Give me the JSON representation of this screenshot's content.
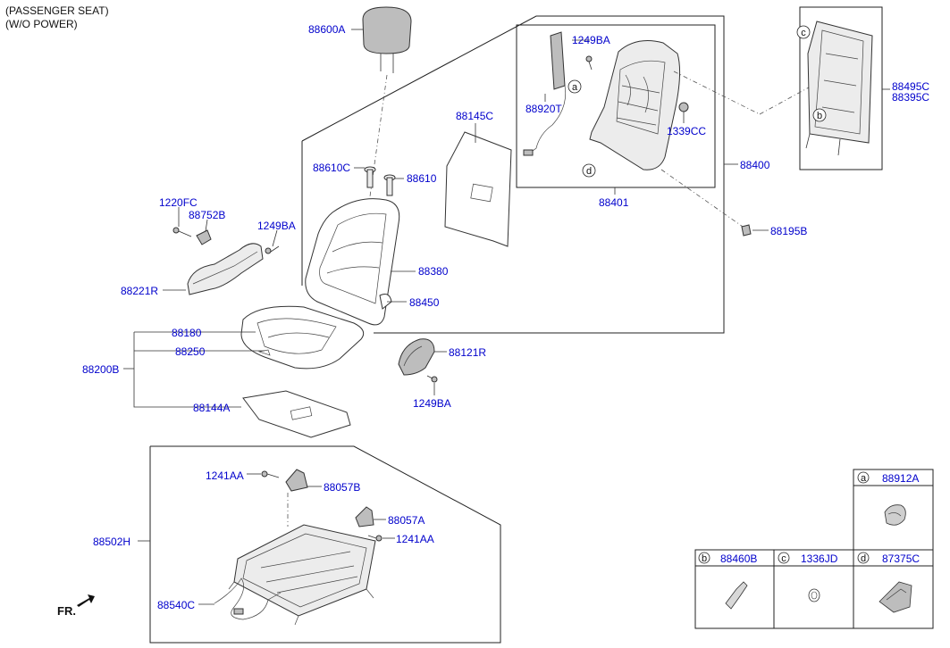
{
  "header": {
    "line1": "(PASSENGER SEAT)",
    "line2": "(W/O POWER)"
  },
  "labels": {
    "p88600A": "88600A",
    "p88610C": "88610C",
    "p88610": "88610",
    "p1220FC": "1220FC",
    "p88752B": "88752B",
    "p1249BA_a": "1249BA",
    "p88221R": "88221R",
    "p88380": "88380",
    "p88450": "88450",
    "p88180": "88180",
    "p88250": "88250",
    "p88200B": "88200B",
    "p88121R": "88121R",
    "p1249BA_b": "1249BA",
    "p88144A": "88144A",
    "p88145C": "88145C",
    "p1249BA_c": "1249BA",
    "p88920T": "88920T",
    "p1339CC": "1339CC",
    "p88401": "88401",
    "p88400": "88400",
    "p88195B": "88195B",
    "p88495C": "88495C",
    "p88395C": "88395C",
    "p1241AA_a": "1241AA",
    "p88057B": "88057B",
    "p88057A": "88057A",
    "p1241AA_b": "1241AA",
    "p88502H": "88502H",
    "p88540C": "88540C"
  },
  "callouts": {
    "a": "a",
    "b": "b",
    "c": "c",
    "d": "d"
  },
  "legend": {
    "a": {
      "letter": "a",
      "part": "88912A"
    },
    "b": {
      "letter": "b",
      "part": "88460B"
    },
    "c": {
      "letter": "c",
      "part": "1336JD"
    },
    "d": {
      "letter": "d",
      "part": "87375C"
    }
  },
  "direction": {
    "label": "FR."
  },
  "colors": {
    "label_blue": "#0000cc",
    "outline": "#222222"
  }
}
